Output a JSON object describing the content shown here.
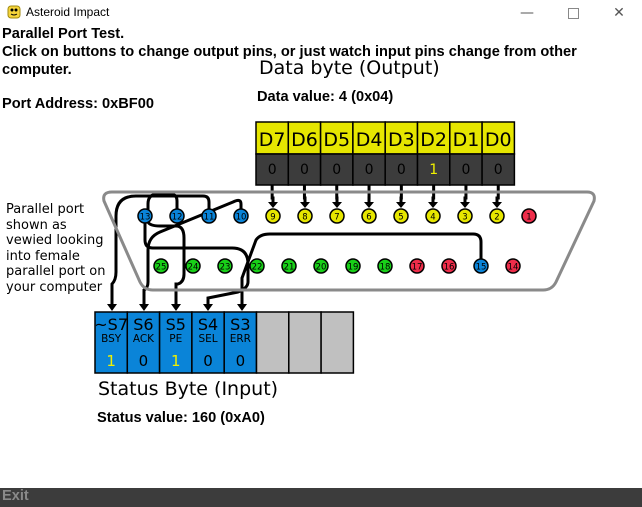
{
  "window": {
    "title": "Asteroid Impact",
    "minimize_glyph": "—",
    "close_glyph": "✕"
  },
  "header": {
    "line1": "Parallel Port Test.",
    "line2": "Click on buttons to change output pins, or just watch input pins change from other",
    "line3": "computer.",
    "port_address": "Port Address: 0xBF00"
  },
  "output": {
    "title": "Data byte (Output)",
    "value_text": "Data value: 4 (0x04)",
    "bits": [
      {
        "label": "D7",
        "value": "0",
        "on": false
      },
      {
        "label": "D6",
        "value": "0",
        "on": false
      },
      {
        "label": "D5",
        "value": "0",
        "on": false
      },
      {
        "label": "D4",
        "value": "0",
        "on": false
      },
      {
        "label": "D3",
        "value": "0",
        "on": false
      },
      {
        "label": "D2",
        "value": "1",
        "on": true
      },
      {
        "label": "D1",
        "value": "0",
        "on": false
      },
      {
        "label": "D0",
        "value": "0",
        "on": false
      }
    ]
  },
  "side_note": [
    "Parallel port",
    "shown as",
    "vewied looking",
    "into female",
    "parallel port on",
    "your computer"
  ],
  "connector": {
    "top_row": [
      {
        "num": "13",
        "color": "blue"
      },
      {
        "num": "12",
        "color": "blue"
      },
      {
        "num": "11",
        "color": "blue"
      },
      {
        "num": "10",
        "color": "blue"
      },
      {
        "num": "9",
        "color": "yellow"
      },
      {
        "num": "8",
        "color": "yellow"
      },
      {
        "num": "7",
        "color": "yellow"
      },
      {
        "num": "6",
        "color": "yellow"
      },
      {
        "num": "5",
        "color": "yellow"
      },
      {
        "num": "4",
        "color": "yellow"
      },
      {
        "num": "3",
        "color": "yellow"
      },
      {
        "num": "2",
        "color": "yellow"
      },
      {
        "num": "1",
        "color": "red"
      }
    ],
    "bottom_row": [
      {
        "num": "25",
        "color": "green"
      },
      {
        "num": "24",
        "color": "green"
      },
      {
        "num": "23",
        "color": "green"
      },
      {
        "num": "22",
        "color": "green"
      },
      {
        "num": "21",
        "color": "green"
      },
      {
        "num": "20",
        "color": "green"
      },
      {
        "num": "19",
        "color": "green"
      },
      {
        "num": "18",
        "color": "green"
      },
      {
        "num": "17",
        "color": "red"
      },
      {
        "num": "16",
        "color": "red"
      },
      {
        "num": "15",
        "color": "blue"
      },
      {
        "num": "14",
        "color": "red"
      }
    ]
  },
  "input": {
    "title": "Status Byte (Input)",
    "value_text": "Status value: 160 (0xA0)",
    "bits": [
      {
        "label": "~S7",
        "sub": "BSY",
        "value": "1",
        "on": true
      },
      {
        "label": "S6",
        "sub": "ACK",
        "value": "0",
        "on": false
      },
      {
        "label": "S5",
        "sub": "PE",
        "value": "1",
        "on": true
      },
      {
        "label": "S4",
        "sub": "SEL",
        "value": "0",
        "on": false
      },
      {
        "label": "S3",
        "sub": "ERR",
        "value": "0",
        "on": false
      }
    ],
    "unused_slots": 3
  },
  "footer": {
    "exit_label": "Exit"
  },
  "colors": {
    "yellow": "#e6e600",
    "blue": "#0a84d8",
    "green": "#18d018",
    "red": "#ee2d4a",
    "gray_box": "#c0c0c0",
    "dark_row": "#3c3c3c",
    "on_text": "#f0f000",
    "off_text": "#000000"
  }
}
